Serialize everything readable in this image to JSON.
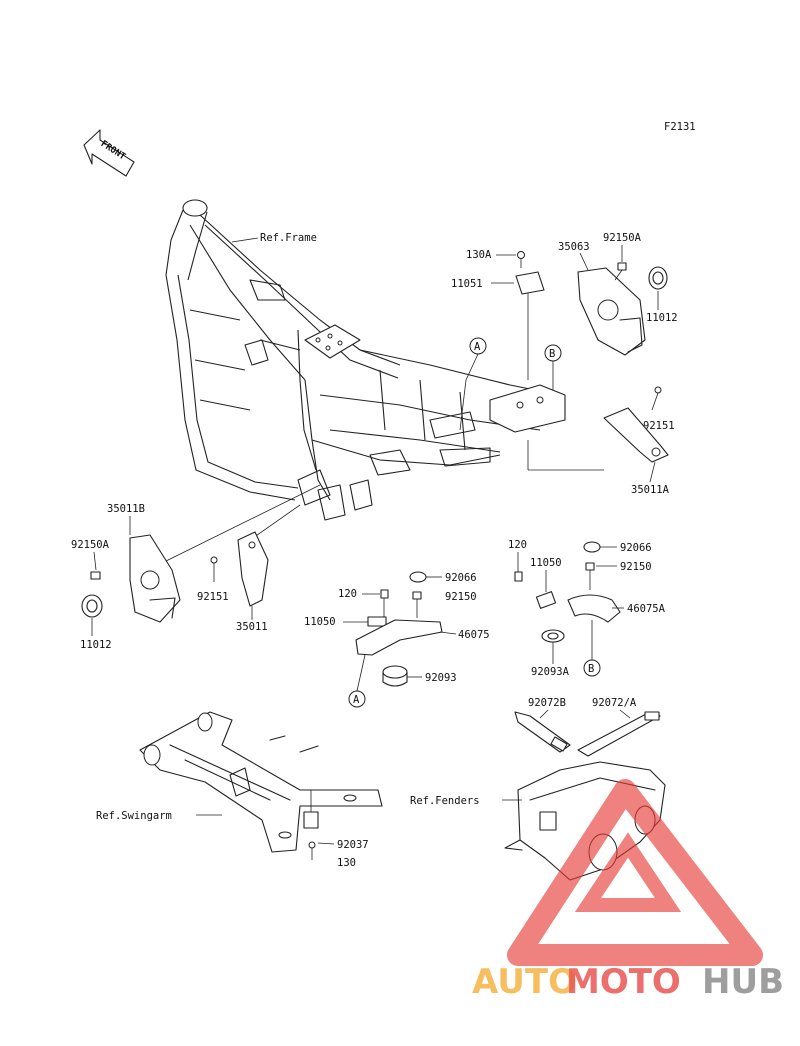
{
  "figure_code": "F2131",
  "front_arrow": "FRONT",
  "references": {
    "frame": "Ref.Frame",
    "swingarm": "Ref.Swingarm",
    "fenders": "Ref.Fenders"
  },
  "callouts": {
    "a_upper": "A",
    "a_lower": "A",
    "b_upper": "B",
    "b_lower": "B"
  },
  "parts": {
    "p130A": "130A",
    "p35063": "35063",
    "p92150A_top": "92150A",
    "p11051": "11051",
    "p11012_right": "11012",
    "p92151_right": "92151",
    "p35011A": "35011A",
    "p35011B": "35011B",
    "p92150A_left": "92150A",
    "p11012_left": "11012",
    "p92151_left": "92151",
    "p35011": "35011",
    "p120_mid": "120",
    "p92066_mid": "92066",
    "p92150_mid": "92150",
    "p11050_mid": "11050",
    "p46075": "46075",
    "p92093": "92093",
    "p120_right": "120",
    "p11050_right": "11050",
    "p92066_right": "92066",
    "p92150_right": "92150",
    "p46075A": "46075A",
    "p92093A": "92093A",
    "p92072B": "92072B",
    "p92072A": "92072/A",
    "p92037": "92037",
    "p130": "130"
  },
  "watermark": {
    "part1": "AUTO",
    "part2": "MOTO",
    "part3": "HUB",
    "color_orange": "#f5a623",
    "color_red": "#e53935",
    "color_gray": "#7a7a7a"
  }
}
